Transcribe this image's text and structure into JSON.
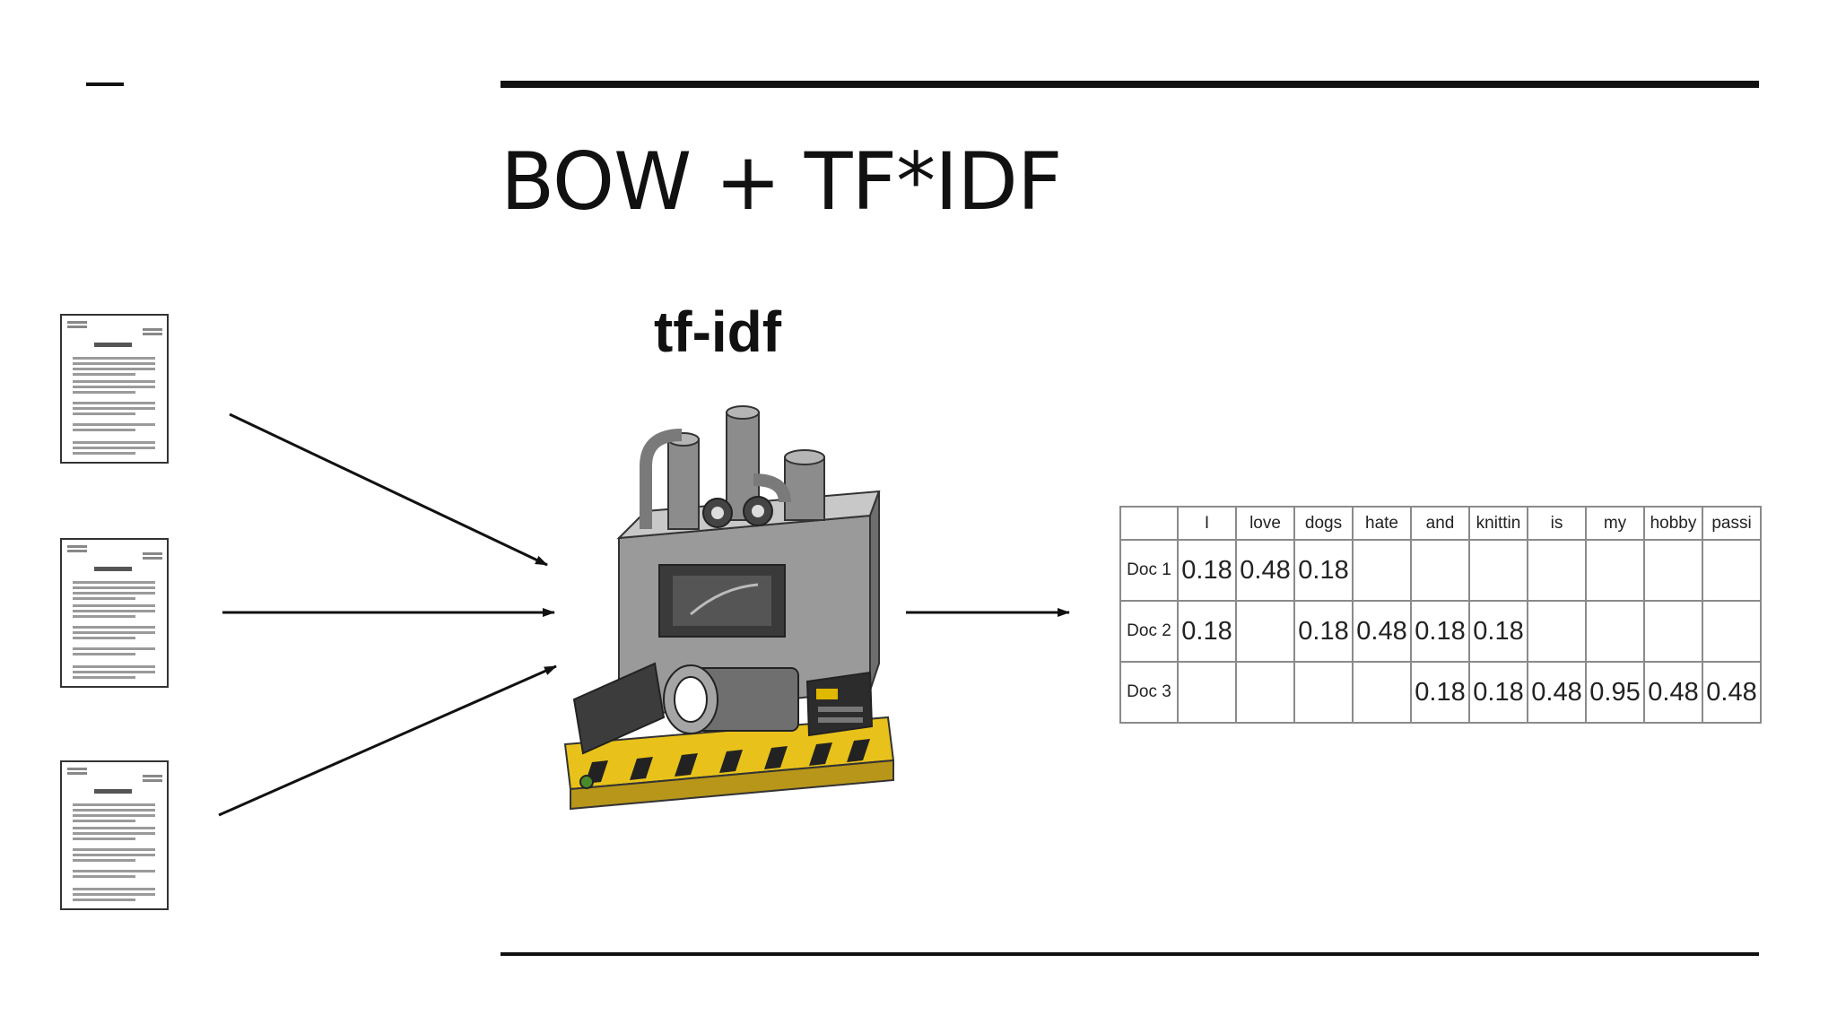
{
  "slide": {
    "title": "BOW + TF*IDF"
  },
  "diagram": {
    "machine_label": "tf-idf",
    "documents": [
      {
        "icon": "document-icon",
        "header_text": "▪▪▪▪▪"
      },
      {
        "icon": "document-icon",
        "header_text": "▪▪▪▪▪"
      },
      {
        "icon": "document-icon",
        "header_text": "▪▪▪▪▪"
      }
    ],
    "machine_icon": "industrial-machine-icon"
  },
  "matrix": {
    "columns": [
      "I",
      "love",
      "dogs",
      "hate",
      "and",
      "knittin",
      "is",
      "my",
      "hobby",
      "passi"
    ],
    "rows": [
      {
        "label": "Doc 1",
        "cells": [
          "0.18",
          "0.48",
          "0.18",
          "",
          "",
          "",
          "",
          "",
          "",
          ""
        ]
      },
      {
        "label": "Doc 2",
        "cells": [
          "0.18",
          "",
          "0.18",
          "0.48",
          "0.18",
          "0.18",
          "",
          "",
          "",
          ""
        ]
      },
      {
        "label": "Doc 3",
        "cells": [
          "",
          "",
          "",
          "",
          "0.18",
          "0.18",
          "0.48",
          "0.95",
          "0.48",
          "0.48"
        ]
      }
    ]
  },
  "colors": {
    "ink": "#111111",
    "grid": "#8a8a8a",
    "machine_gray": "#8c8c8c",
    "hazard_yellow": "#e8c21a"
  }
}
